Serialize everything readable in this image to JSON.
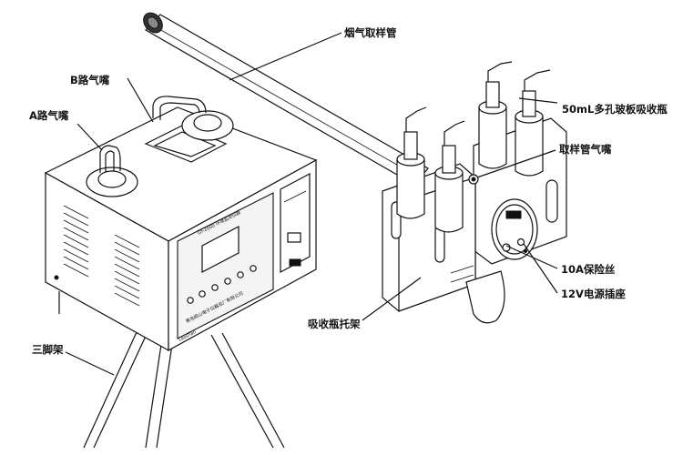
{
  "labels": {
    "flue_sampling_tube": "烟气取样管",
    "b_port": "B路气嘴",
    "a_port": "A路气嘴",
    "absorber_bottles": "50mL多孔玻板吸收瓶",
    "sampling_tube_nozzle": "取样管气嘴",
    "fuse_10a": "10A保险丝",
    "power_socket_12v": "12V电源插座",
    "bottle_rack": "吸收瓶托架",
    "tripod": "三脚架"
  }
}
